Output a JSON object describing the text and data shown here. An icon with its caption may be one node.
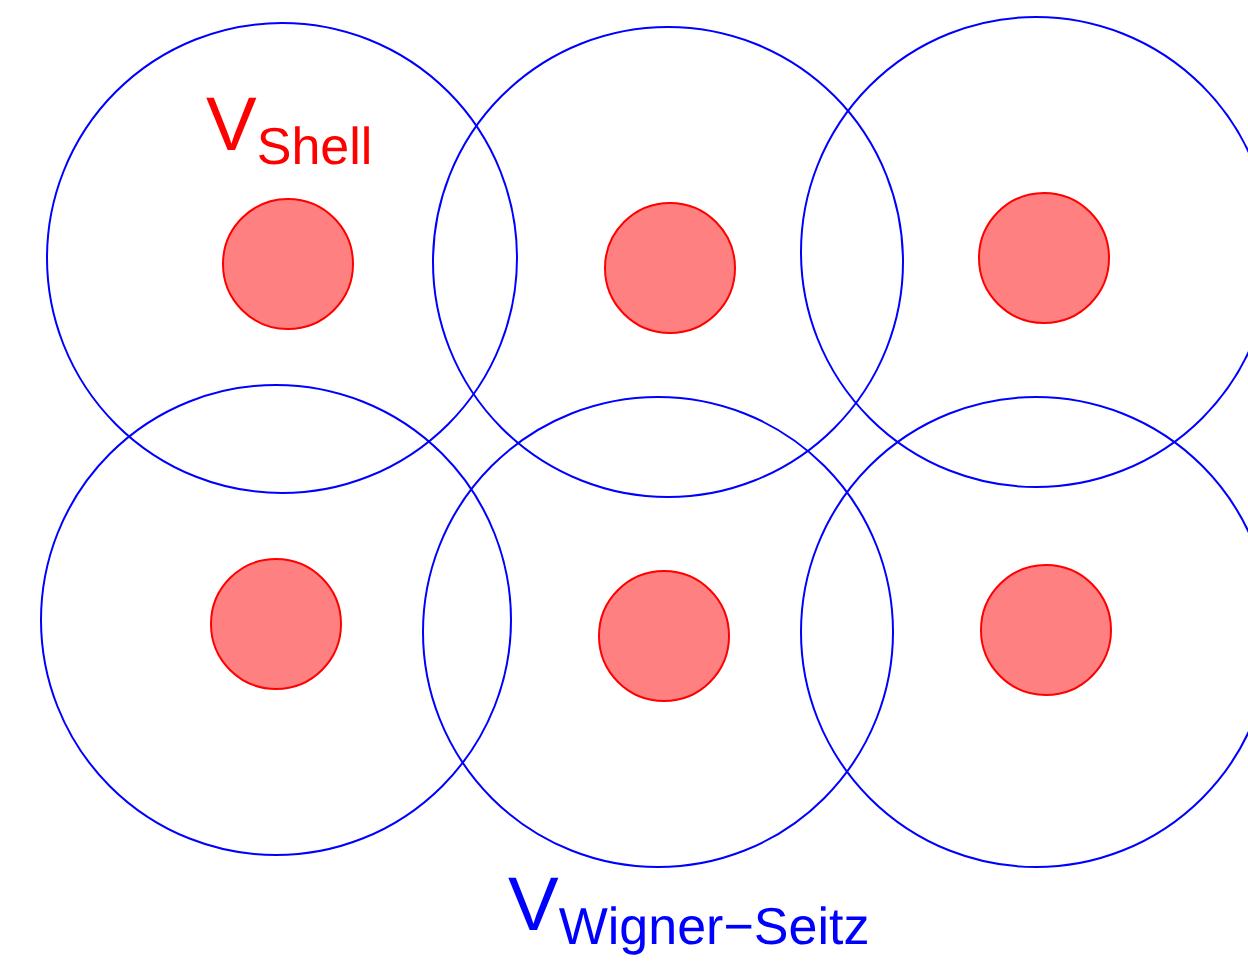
{
  "diagram": {
    "nodes": [
      {
        "text": [],
        "shape": "circle"
      },
      {
        "text": [],
        "shape": "circle",
        "in": 0
      },
      {
        "text": [],
        "shape": "circle"
      },
      {
        "text": [],
        "shape": "circle",
        "in": 2
      },
      {
        "text": [],
        "shape": "circle"
      },
      {
        "text": [],
        "shape": "circle",
        "in": 4
      },
      {
        "text": [],
        "shape": "circle"
      },
      {
        "text": [],
        "shape": "circle",
        "in": 6
      },
      {
        "text": [],
        "shape": "circle"
      },
      {
        "text": [],
        "shape": "circle",
        "in": 8
      },
      {
        "text": [],
        "shape": "circle"
      },
      {
        "text": [],
        "shape": "circle",
        "in": 10
      }
    ],
    "labels": [
      "V$_{Shell}$",
      "V$_{Wigner−Seitz}$"
    ]
  }
}
